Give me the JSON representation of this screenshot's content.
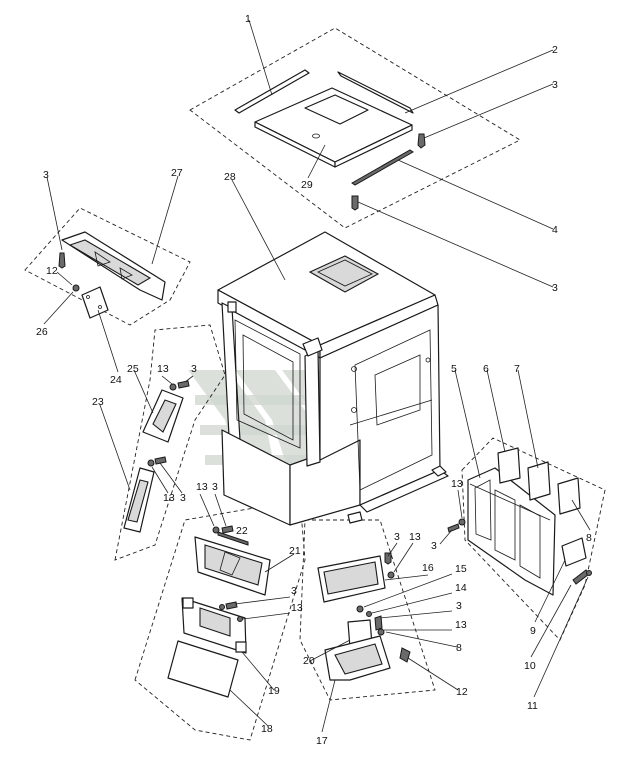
{
  "diagram": {
    "callouts": [
      {
        "id": "c1",
        "label": "1"
      },
      {
        "id": "c2",
        "label": "2"
      },
      {
        "id": "c3a",
        "label": "3"
      },
      {
        "id": "c4",
        "label": "4"
      },
      {
        "id": "c3b",
        "label": "3"
      },
      {
        "id": "c29",
        "label": "29"
      },
      {
        "id": "c28",
        "label": "28"
      },
      {
        "id": "c27",
        "label": "27"
      },
      {
        "id": "c3c",
        "label": "3"
      },
      {
        "id": "c12a",
        "label": "12"
      },
      {
        "id": "c26",
        "label": "26"
      },
      {
        "id": "c24",
        "label": "24"
      },
      {
        "id": "c25",
        "label": "25"
      },
      {
        "id": "c13a",
        "label": "13"
      },
      {
        "id": "c3d",
        "label": "3"
      },
      {
        "id": "c23",
        "label": "23"
      },
      {
        "id": "c13b",
        "label": "13"
      },
      {
        "id": "c3e",
        "label": "3"
      },
      {
        "id": "c5",
        "label": "5"
      },
      {
        "id": "c6",
        "label": "6"
      },
      {
        "id": "c7",
        "label": "7"
      },
      {
        "id": "c13c",
        "label": "13"
      },
      {
        "id": "c3f",
        "label": "3"
      },
      {
        "id": "c8a",
        "label": "8"
      },
      {
        "id": "c9",
        "label": "9"
      },
      {
        "id": "c10",
        "label": "10"
      },
      {
        "id": "c11",
        "label": "11"
      },
      {
        "id": "c13d",
        "label": "13"
      },
      {
        "id": "c3g",
        "label": "3"
      },
      {
        "id": "c22",
        "label": "22"
      },
      {
        "id": "c21",
        "label": "21"
      },
      {
        "id": "c3h",
        "label": "3"
      },
      {
        "id": "c13e",
        "label": "13"
      },
      {
        "id": "c19",
        "label": "19"
      },
      {
        "id": "c18",
        "label": "18"
      },
      {
        "id": "c3i",
        "label": "3"
      },
      {
        "id": "c13f",
        "label": "13"
      },
      {
        "id": "c16",
        "label": "16"
      },
      {
        "id": "c15",
        "label": "15"
      },
      {
        "id": "c14",
        "label": "14"
      },
      {
        "id": "c3j",
        "label": "3"
      },
      {
        "id": "c13g",
        "label": "13"
      },
      {
        "id": "c8b",
        "label": "8"
      },
      {
        "id": "c20",
        "label": "20"
      },
      {
        "id": "c12b",
        "label": "12"
      },
      {
        "id": "c17",
        "label": "17"
      }
    ]
  }
}
